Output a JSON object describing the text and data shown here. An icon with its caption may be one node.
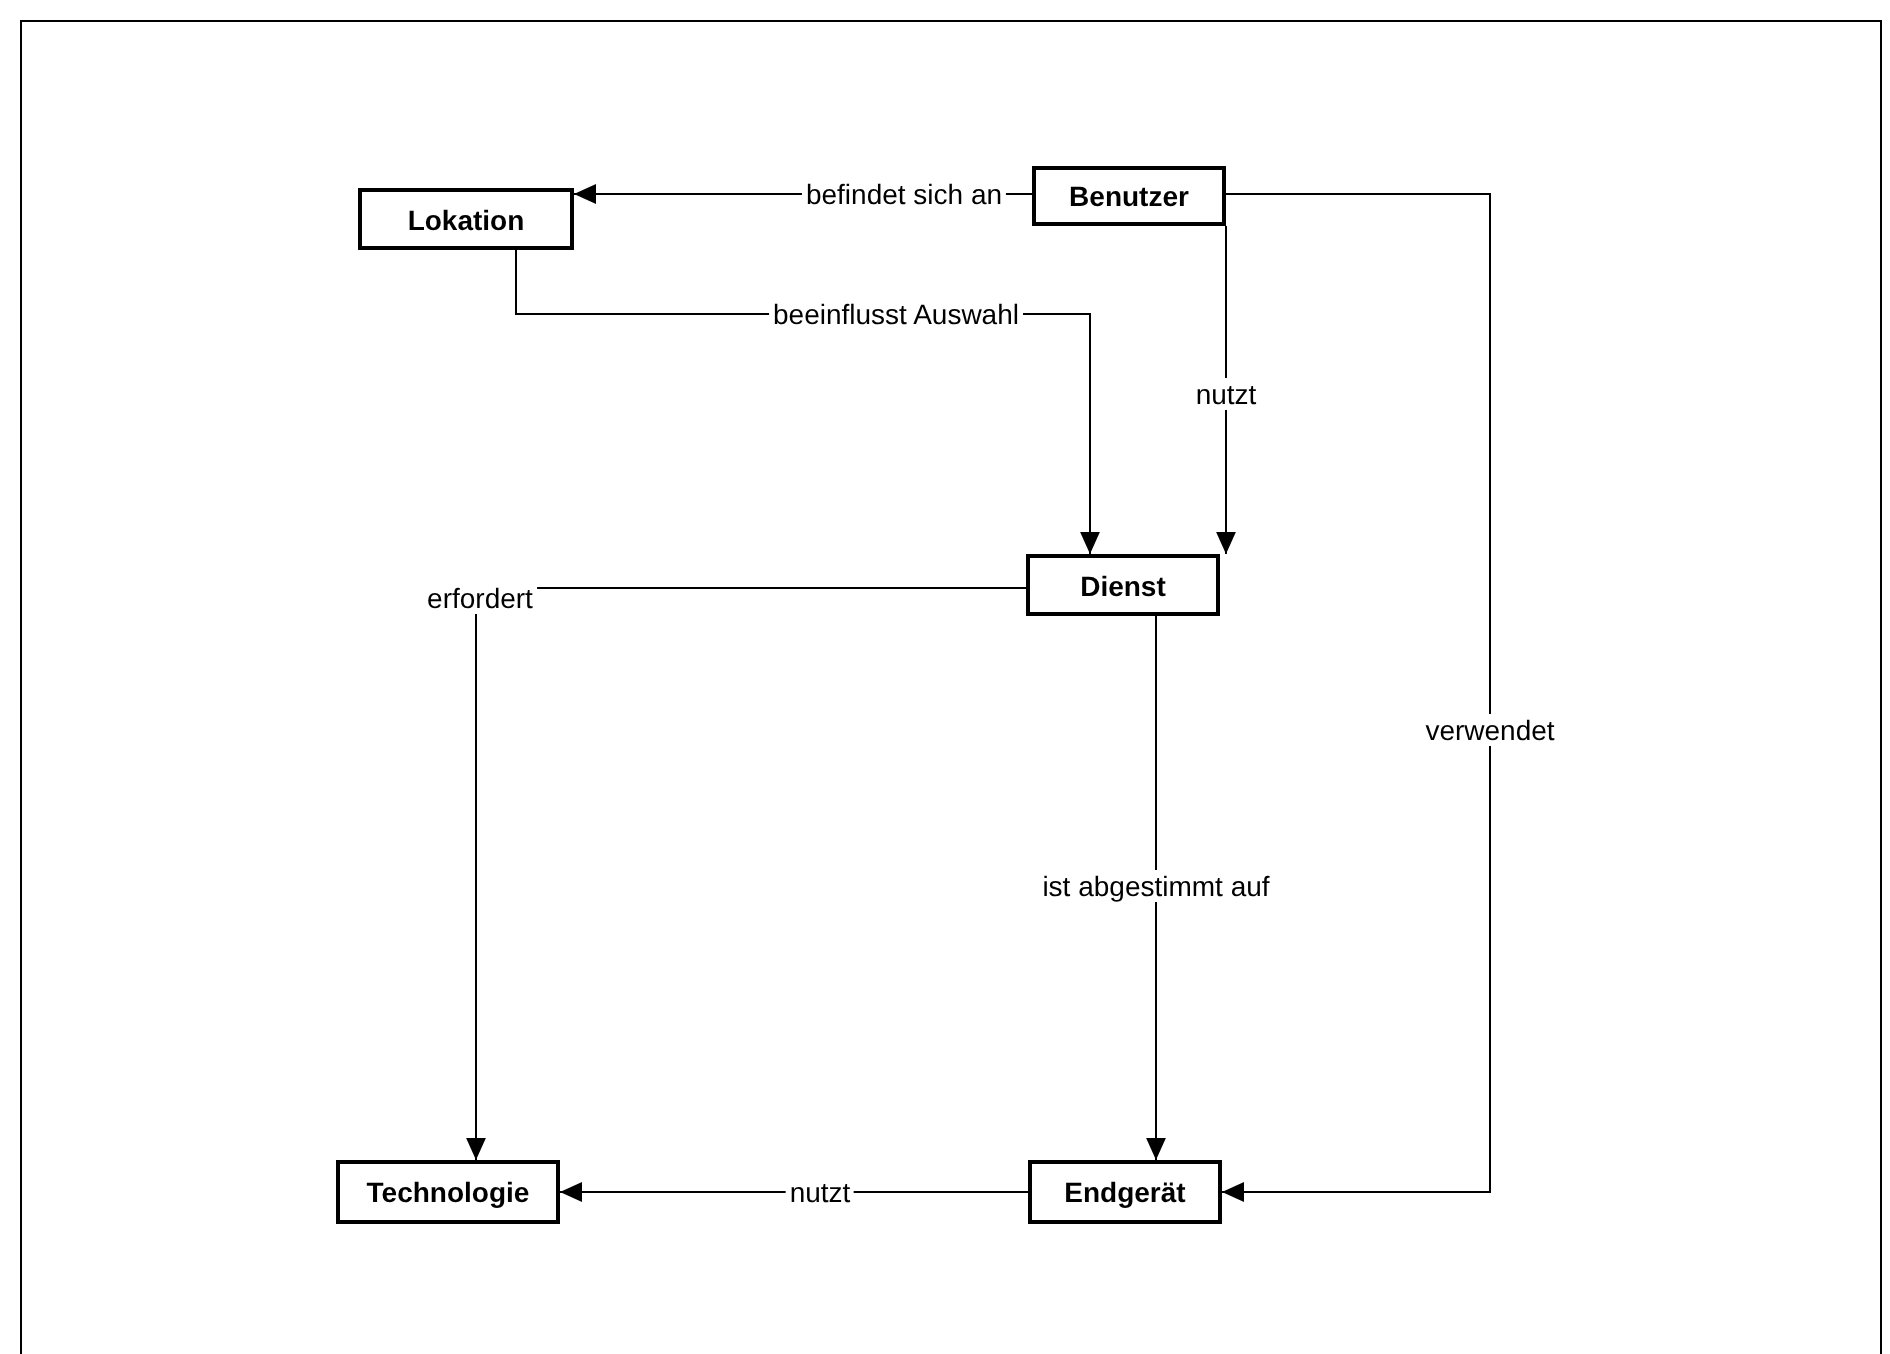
{
  "diagram": {
    "nodes": [
      {
        "text": [
          "Benutzer"
        ]
      },
      {
        "text": [
          "Lokation"
        ]
      },
      {
        "text": [
          "Dienst"
        ]
      },
      {
        "text": [
          "Technologie"
        ]
      },
      {
        "text": [
          "Endgerät"
        ]
      }
    ],
    "edges": [
      {
        "from": 0,
        "to": 1,
        "arrow": "to",
        "label": "befindet sich an"
      },
      {
        "from": 1,
        "to": 2,
        "arrow": "to",
        "label": "beeinflusst Auswahl"
      },
      {
        "from": 0,
        "to": 2,
        "arrow": "to",
        "label": "nutzt"
      },
      {
        "from": 2,
        "to": 3,
        "arrow": "to",
        "label": "erfordert"
      },
      {
        "from": 2,
        "to": 4,
        "arrow": "to",
        "label": "ist abgestimmt auf"
      },
      {
        "from": 4,
        "to": 3,
        "arrow": "to",
        "label": "nutzt"
      },
      {
        "from": 0,
        "to": 4,
        "arrow": "to",
        "label": "verwendet"
      }
    ]
  }
}
